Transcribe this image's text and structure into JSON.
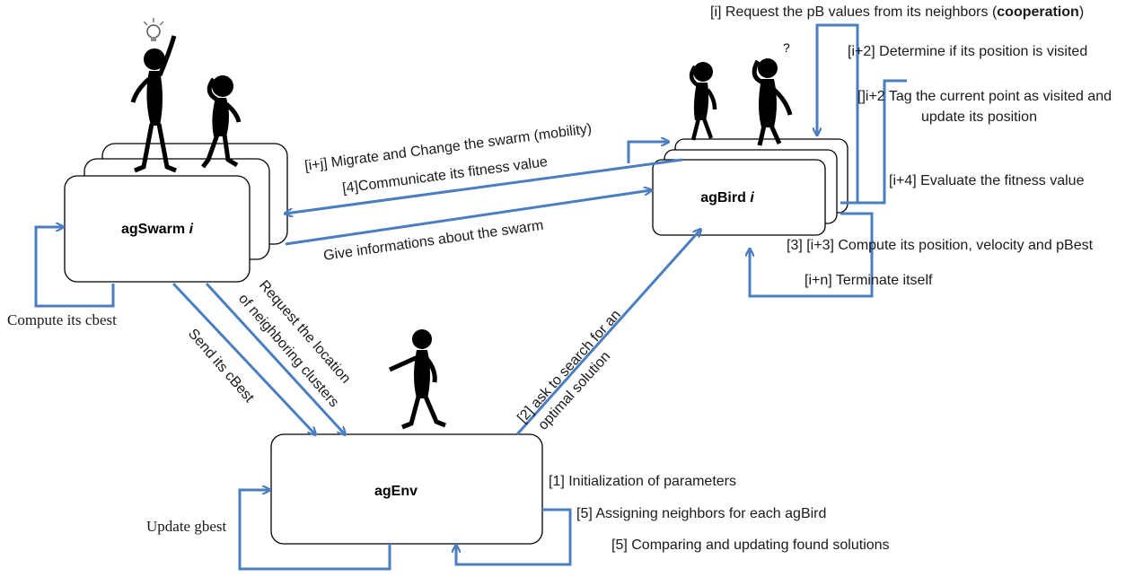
{
  "agents": {
    "swarm": {
      "name": "agSwarm",
      "index": "i"
    },
    "bird": {
      "name": "agBird",
      "index": "i"
    },
    "env": {
      "name": "agEnv"
    }
  },
  "labels": {
    "request_pb_prefix": "[i] Request the pB values from its neighbors (",
    "request_pb_bold": "cooperation",
    "request_pb_suffix": ")",
    "determine_visited": "[i+2] Determine if its position is visited",
    "tag_line1": "[]i+2 Tag the current point as visited and",
    "tag_line2": "update its position",
    "evaluate_fitness": "[i+4] Evaluate the fitness value",
    "compute_position": "[3] [i+3] Compute its position, velocity and pBest",
    "terminate": "[i+n] Terminate itself",
    "migrate": "[i+j] Migrate and Change the  swarm (mobility)",
    "communicate": "[4]Communicate its fitness value",
    "give_info": "Give informations about the swarm",
    "compute_cbest": "Compute its cbest",
    "request_location_1": "Request the location",
    "request_location_2": "of neighboring clusters",
    "send_cbest": "Send its cBest",
    "ask_search_1": "[2] ask to search for an",
    "ask_search_2": "optimal solution",
    "init_params": "[1] Initialization of parameters",
    "assign_neighbors": "[5] Assigning  neighbors for each agBird",
    "compare_update": "[5] Comparing and updating found solutions",
    "update_gbest": "Update gbest"
  },
  "colors": {
    "flow": "#4a7ec0",
    "outline": "#000000"
  },
  "icons": [
    "lightbulb-icon",
    "question-mark-icon"
  ]
}
